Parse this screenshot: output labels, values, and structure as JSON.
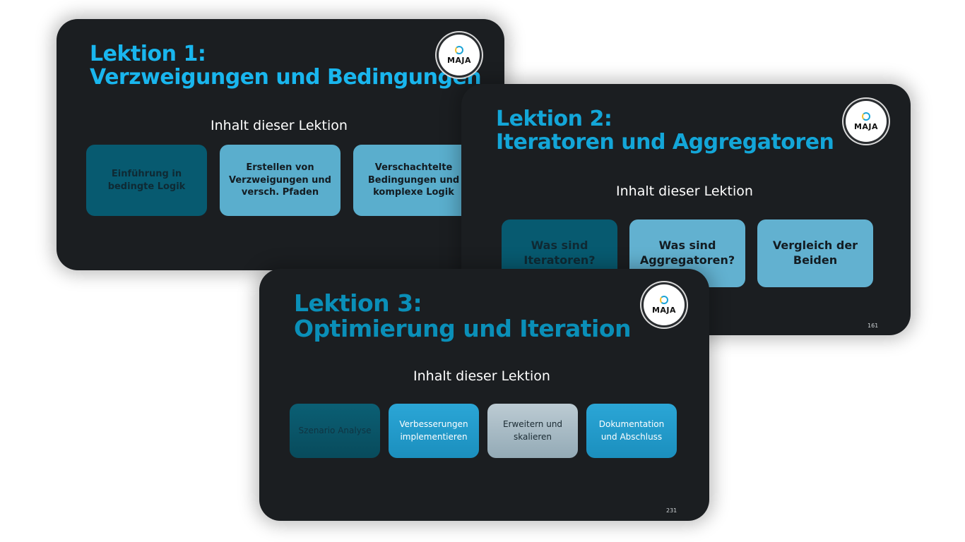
{
  "slides": [
    {
      "title_line1": "Lektion 1:",
      "title_line2": "Verzweigungen und Bedingungen",
      "subtitle": "Inhalt dieser Lektion",
      "boxes": [
        "Einführung in bedingte Logik",
        "Erstellen von Verzweigungen und versch. Pfaden",
        "Verschachtelte Bedingungen und komplexe Logik"
      ],
      "logo_text": "MAJA"
    },
    {
      "title_line1": "Lektion 2:",
      "title_line2": "Iteratoren und Aggregatoren",
      "subtitle": "Inhalt dieser Lektion",
      "boxes": [
        "Was sind Iteratoren?",
        "Was sind Aggregatoren?",
        "Vergleich der Beiden"
      ],
      "logo_text": "MAJA",
      "page_number": "161"
    },
    {
      "title_line1": "Lektion 3:",
      "title_line2": "Optimierung und Iteration",
      "subtitle": "Inhalt dieser Lektion",
      "boxes": [
        "Szenario Analyse",
        "Verbesserungen implementieren",
        "Erweitern und skalieren",
        "Dokumentation und Abschluss"
      ],
      "logo_text": "MAJA",
      "page_number": "231"
    }
  ],
  "colors": {
    "slide_background": "#1b1e21",
    "title_blue": "#19b6ee",
    "box_dark": "#075a70",
    "box_light": "#5aaecd",
    "box_grey": "#bccbd3"
  },
  "icons": [
    "maja-logo-icon"
  ]
}
